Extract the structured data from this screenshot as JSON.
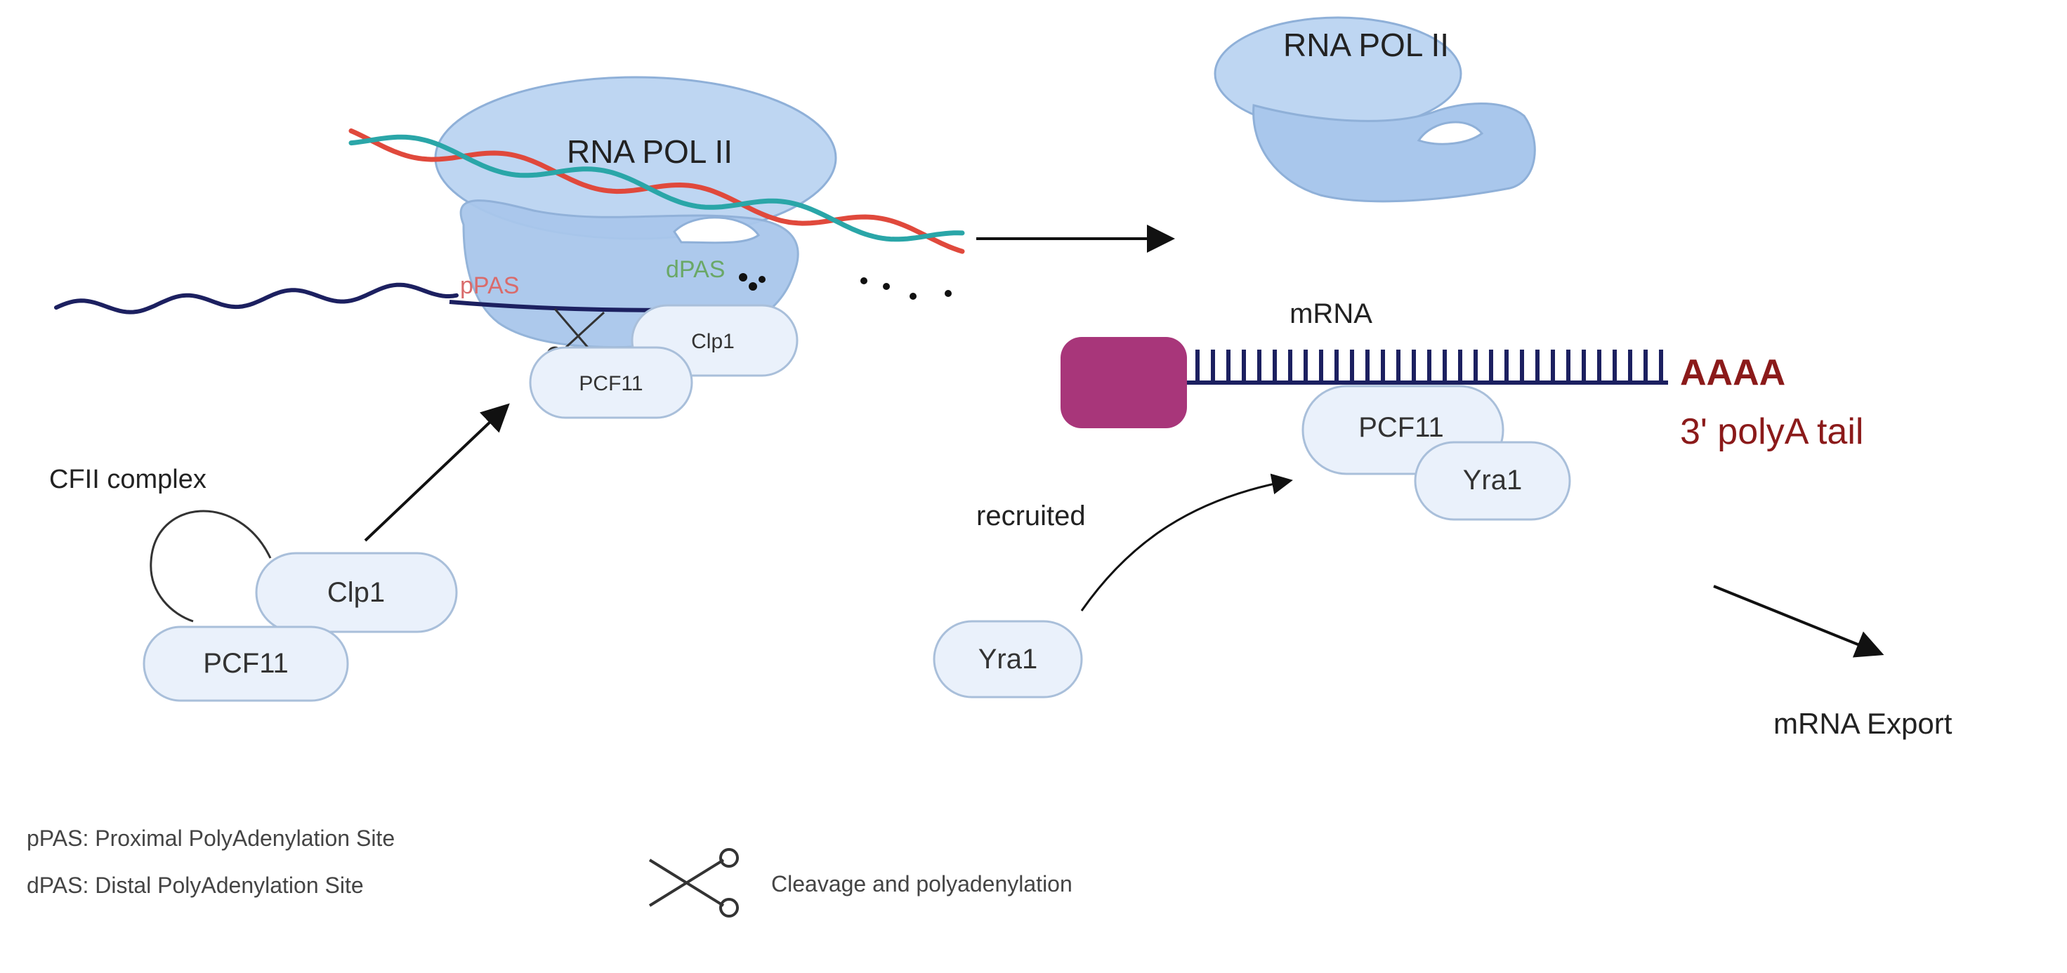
{
  "diagram": {
    "left_complex": {
      "pol_label": "RNA POL II",
      "ppas_label": "pPAS",
      "dpas_label": "dPAS",
      "clp1_small": "Clp1",
      "pcf11_small": "PCF11"
    },
    "cfii": {
      "label": "CFII complex",
      "clp1": "Clp1",
      "pcf11": "PCF11"
    },
    "right_pol": {
      "label": "RNA POL II"
    },
    "mrna": {
      "label": "mRNA",
      "tail": "AAAA",
      "tail_label": "3' polyA tail",
      "pcf11": "PCF11",
      "yra1_bound": "Yra1"
    },
    "recruit": {
      "label": "recruited",
      "yra1": "Yra1"
    },
    "export": {
      "label": "mRNA Export"
    },
    "legend": {
      "ppas_def": "pPAS: Proximal PolyAdenylation Site",
      "dpas_def": "dPAS: Distal PolyAdenylation Site",
      "scissor_def": "Cleavage and polyadenylation"
    },
    "colors": {
      "protein_fill": "#eaf1fb",
      "protein_stroke": "#a9bfda",
      "pol_fill": "#b9d2f0",
      "pol_stroke": "#8fb0d8",
      "cap": "#a8367a",
      "tail": "#8b1a1a",
      "strand_navy": "#1c2060",
      "dna_red": "#e0493c",
      "dna_teal": "#2aa6a8",
      "ppas": "#d96b6b",
      "dpas": "#6aa867"
    }
  }
}
